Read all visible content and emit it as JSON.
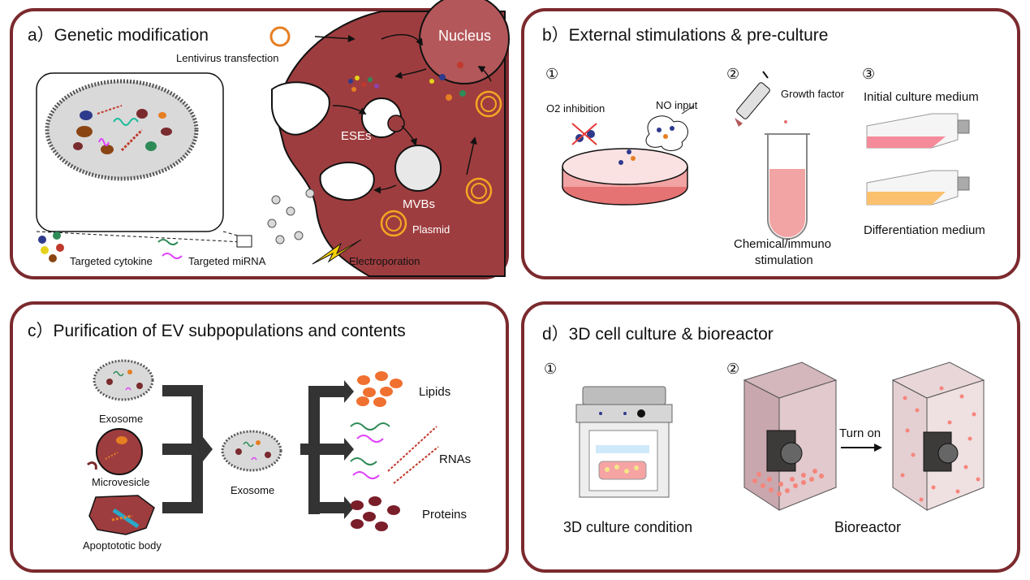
{
  "panels": {
    "a": {
      "title": "a）Genetic modification",
      "labels": {
        "nucleus": "Nucleus",
        "lentivirus": "Lentivirus transfection",
        "eses": "ESEs",
        "mvbs": "MVBs",
        "plasmid": "Plasmid",
        "electroporation": "Electroporation",
        "cytokine": "Targeted cytokine",
        "mirna": "Targeted miRNA"
      }
    },
    "b": {
      "title": "b）External stimulations & pre-culture",
      "steps": [
        "①",
        "②",
        "③"
      ],
      "labels": {
        "o2": "O2 inhibition",
        "no": "NO input",
        "growth": "Growth factor",
        "chem1": "Chemical/immuno",
        "chem2": "stimulation",
        "initial": "Initial culture medium",
        "diff": "Differentiation medium"
      }
    },
    "c": {
      "title": "c）Purification of EV subpopulations and contents",
      "labels": {
        "exosome": "Exosome",
        "microvesicle": "Microvesicle",
        "apoptotic": "Apoptototic body",
        "exosome2": "Exosome",
        "lipids": "Lipids",
        "rnas": "RNAs",
        "proteins": "Proteins"
      }
    },
    "d": {
      "title": "d）3D cell culture &  bioreactor",
      "steps": [
        "①",
        "②"
      ],
      "labels": {
        "culture": "3D culture condition",
        "turnon": "Turn on",
        "bioreactor": "Bioreactor"
      }
    }
  },
  "colors": {
    "frame": "#7b2a2e",
    "cell": "#9e3d3f",
    "cell_dark": "#7a2b2d",
    "vesicle": "#d9d9d9",
    "medium_pink": "#f58a9a",
    "medium_orange": "#fbc16e",
    "dish_pink": "#f2a3a3",
    "bead": "#f6857c"
  }
}
